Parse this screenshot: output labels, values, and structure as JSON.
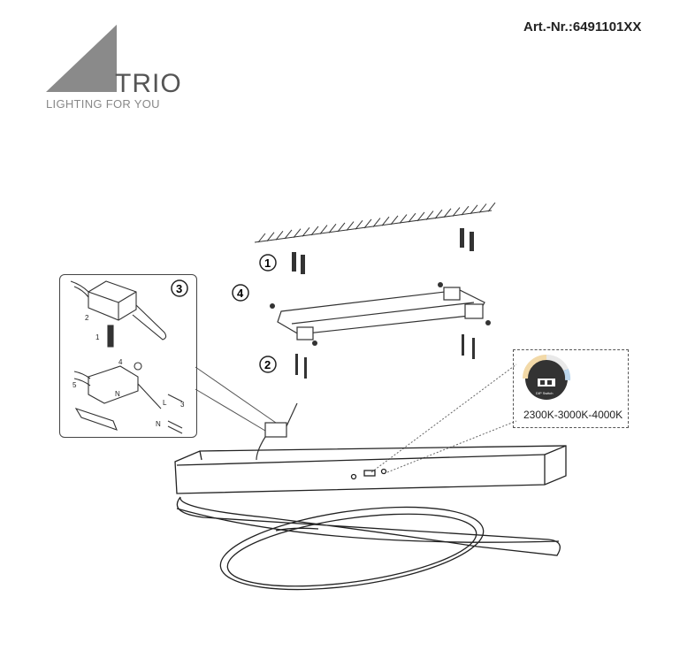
{
  "header": {
    "article_number": "Art.-Nr.:6491101XX"
  },
  "logo": {
    "name": "TRIO",
    "tagline": "LIGHTING FOR YOU"
  },
  "steps": {
    "step1": "1",
    "step2": "2",
    "step3": "3",
    "step4": "4"
  },
  "inset": {
    "labels": [
      "1",
      "2",
      "3",
      "4",
      "5"
    ],
    "wire_L": "L",
    "wire_N": "N",
    "wire_N2": "N"
  },
  "switch": {
    "temperatures": "2300K-3000K-4000K",
    "switch_label": "DIP Switch"
  }
}
